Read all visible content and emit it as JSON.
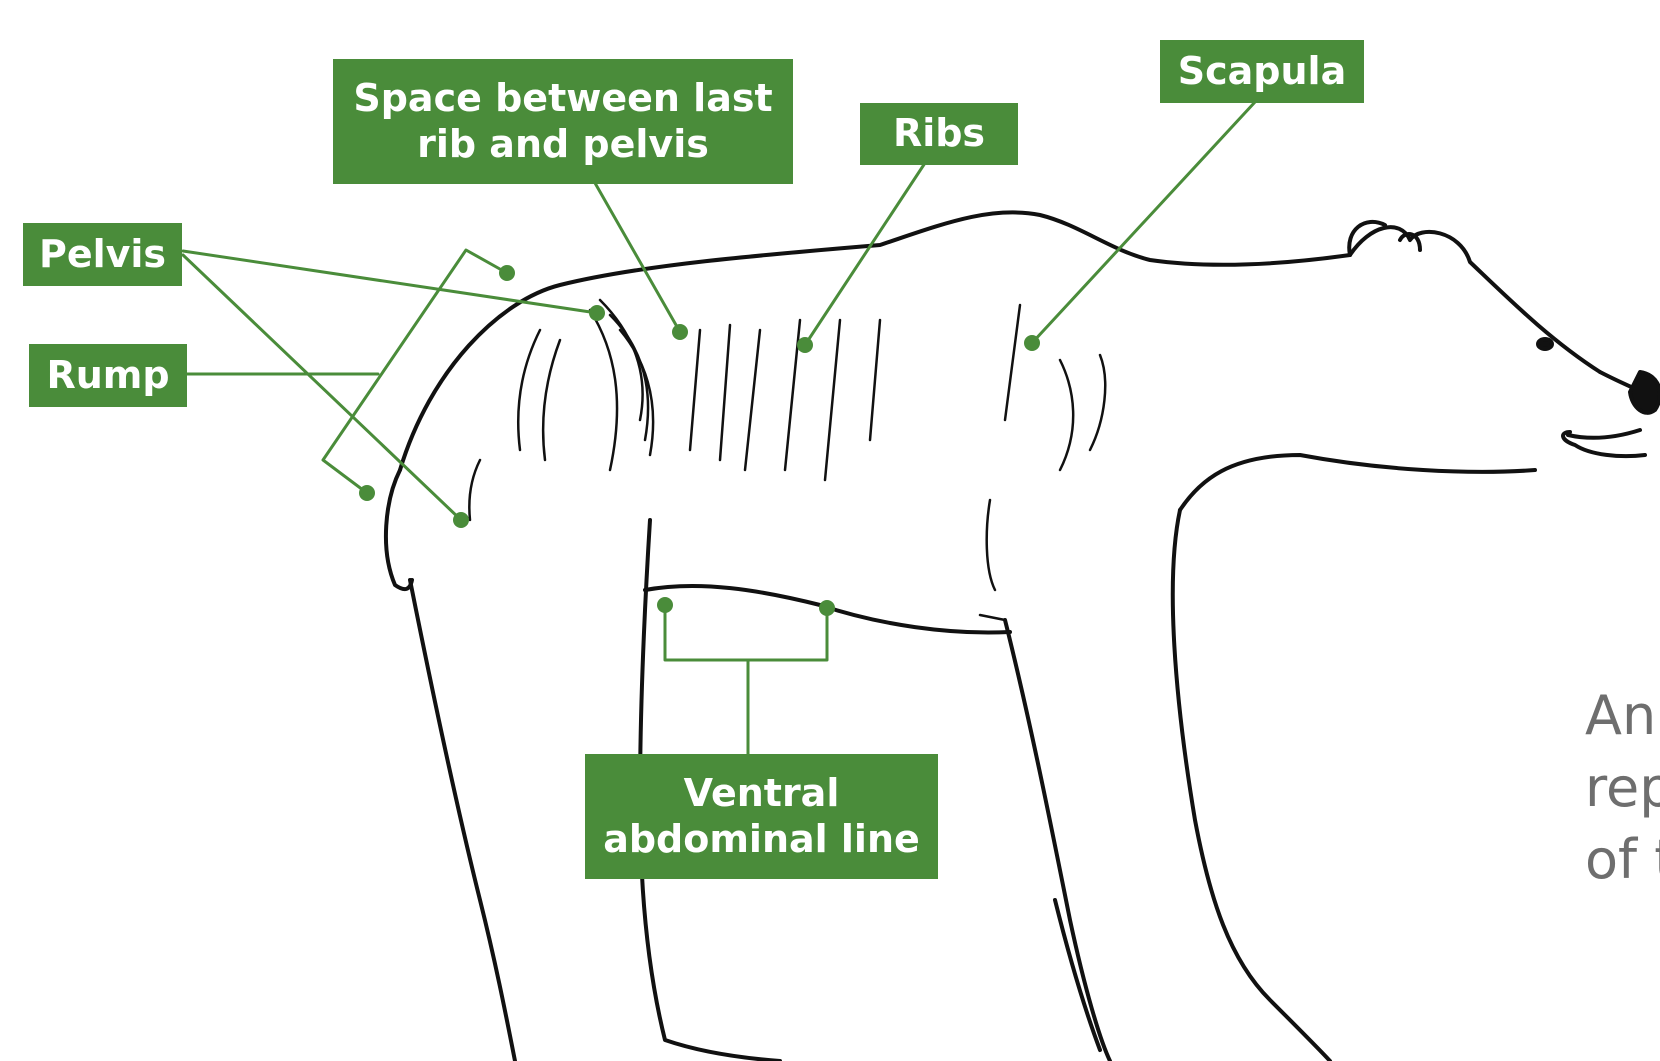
{
  "labels": {
    "space_between": "Space between last\nrib and pelvis",
    "ribs": "Ribs",
    "scapula": "Scapula",
    "pelvis": "Pelvis",
    "rump": "Rump",
    "ventral": "Ventral\nabdominal line"
  },
  "caption": {
    "line1": "An",
    "line2": "rep",
    "line3": "of t"
  },
  "colors": {
    "accent": "#4a8c3a",
    "ink": "#111111",
    "caption": "#6e6e6e"
  },
  "illustration": "bear-side-view-outline"
}
